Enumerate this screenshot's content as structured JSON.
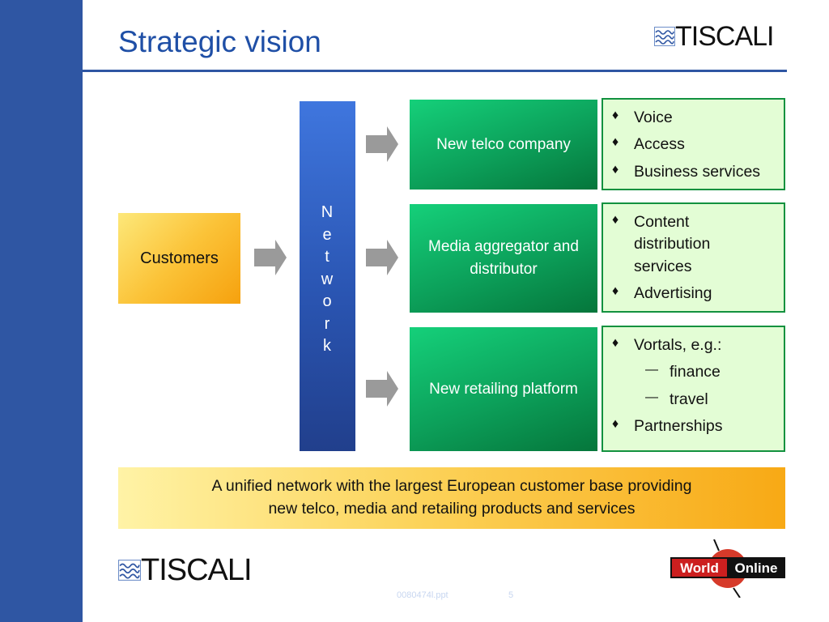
{
  "title": "Strategic vision",
  "brand": {
    "logo_text": "TISCALI",
    "partner_logo_part1": "World",
    "partner_logo_part2": "Online"
  },
  "network": {
    "letters": [
      "N",
      "e",
      "t",
      "w",
      "o",
      "r",
      "k"
    ]
  },
  "customers": {
    "label": "Customers"
  },
  "services": [
    {
      "label": "New telco company",
      "details": [
        {
          "glyph": "♦",
          "text": "Voice",
          "level": 1
        },
        {
          "glyph": "♦",
          "text": "Access",
          "level": 1
        },
        {
          "glyph": "♦",
          "text": "Business services",
          "level": 1
        }
      ]
    },
    {
      "label": "Media aggregator and distributor",
      "details": [
        {
          "glyph": "♦",
          "text": "Content distribution services",
          "level": 1
        },
        {
          "glyph": "♦",
          "text": "Advertising",
          "level": 1
        }
      ]
    },
    {
      "label": "New retailing platform",
      "details": [
        {
          "glyph": "♦",
          "text": "Vortals, e.g.:",
          "level": 1
        },
        {
          "glyph": "—",
          "text": "finance",
          "level": 2
        },
        {
          "glyph": "—",
          "text": "travel",
          "level": 2
        },
        {
          "glyph": "♦",
          "text": "Partnerships",
          "level": 1
        }
      ]
    }
  ],
  "banner": {
    "line1": "A unified network with the largest European customer base providing",
    "line2": "new telco, media and retailing products and services"
  },
  "footer": {
    "file": "0080474l.ppt",
    "page": "5"
  },
  "colors": {
    "primary_blue": "#2f56a3",
    "title_blue": "#1f4fa6",
    "green": "#0ca05a",
    "detail_green_border": "#12913f",
    "detail_green_fill": "#e3fdd5",
    "orange": "#f6a10e",
    "arrow_gray": "#9a9a9a",
    "world_online_red": "#cc1f1f"
  }
}
